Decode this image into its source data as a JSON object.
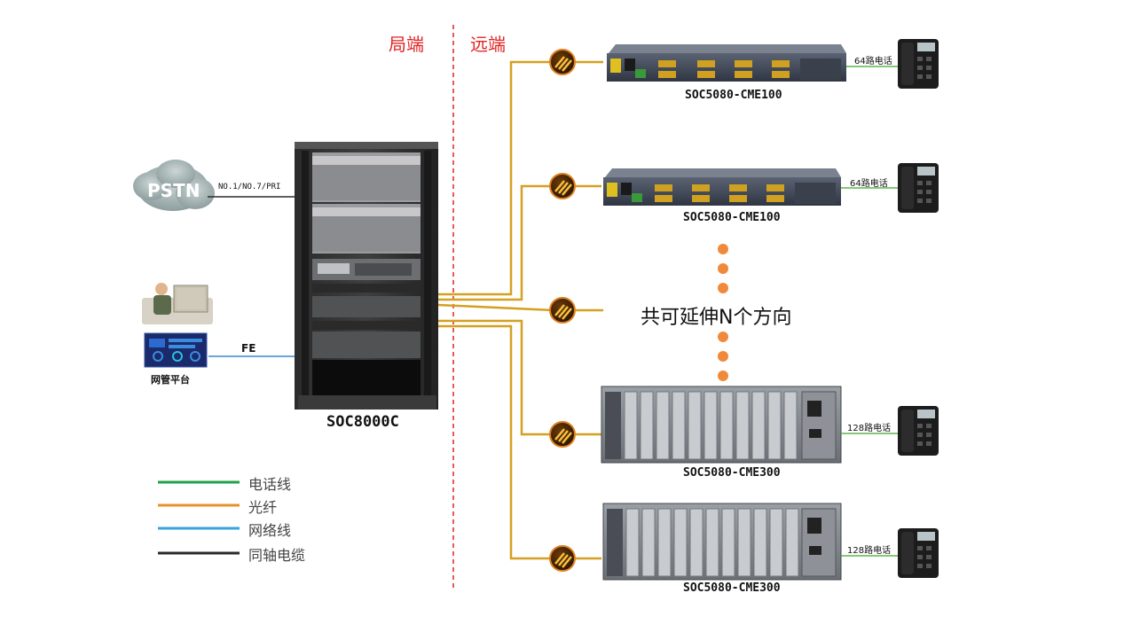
{
  "regions": {
    "local": "局端",
    "remote": "远端"
  },
  "central": {
    "pstn_label": "PSTN",
    "pstn_link_label": "NO.1/NO.7/PRI",
    "rack_label": "SOC8000C",
    "nms_label": "网管平台",
    "fe_label": "FE"
  },
  "remote_devices": [
    {
      "model": "SOC5080-CME100",
      "phone_label": "64路电话"
    },
    {
      "model": "SOC5080-CME100",
      "phone_label": "64路电话"
    },
    {
      "model": "SOC5080-CME300",
      "phone_label": "128路电话"
    },
    {
      "model": "SOC5080-CME300",
      "phone_label": "128路电话"
    }
  ],
  "extend_text": "共可延伸N个方向",
  "legend": [
    {
      "label": "电话线",
      "color": "#1fa24a"
    },
    {
      "label": "光纤",
      "color": "#e8902c"
    },
    {
      "label": "网络线",
      "color": "#3aa3dc"
    },
    {
      "label": "同轴电缆",
      "color": "#2a2a2a"
    }
  ],
  "colors": {
    "divider": "#e02424",
    "fiber": "#d4a020",
    "dots": "#f08a3a",
    "phone_line": "#5cb548",
    "network": "#6aa7d8",
    "coax": "#2a2a2a"
  }
}
